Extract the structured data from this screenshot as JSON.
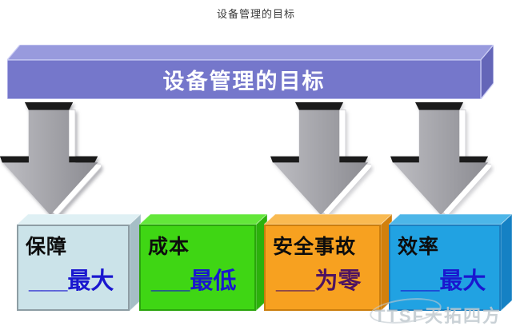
{
  "page_title": "设备管理的目标",
  "banner": {
    "label": "设备管理的目标",
    "front_color": "#7577cb",
    "top_color": "#989add",
    "side_color": "#6466b8",
    "edge_color": "#cbcdf4",
    "text_color": "#ffffff"
  },
  "arrows": {
    "direction": "down",
    "fill_light": "#bdbdc2",
    "fill_dark": "#8b8b91",
    "edge_color": "#1b1b1b",
    "highlight_color": "#ffffff"
  },
  "boxes": [
    {
      "label": "保障",
      "value": "___最大",
      "value_color": "#1a17cf",
      "front_color": "#cbe3e9",
      "top_color": "#dff0f4",
      "side_color": "#a5bec6",
      "border_color": "#8d9da4"
    },
    {
      "label": "成本",
      "value": "___最低",
      "value_color": "#1a17cf",
      "front_color": "#3fd614",
      "top_color": "#63e73a",
      "side_color": "#2cb10c",
      "border_color": "#2aa50c"
    },
    {
      "label": "安全事故",
      "value": "___为零",
      "value_color": "#4e1361",
      "front_color": "#f7a120",
      "top_color": "#f9ba52",
      "side_color": "#d2800d",
      "border_color": "#cb7e0e"
    },
    {
      "label": "效率",
      "value": "___最大",
      "value_color": "#1a17cf",
      "front_color": "#21a2e2",
      "top_color": "#4db6e8",
      "side_color": "#1581c4",
      "border_color": "#1b7fc0"
    }
  ],
  "watermark": {
    "text": "TTSF天拓四方",
    "color": "#c0c9cf"
  }
}
